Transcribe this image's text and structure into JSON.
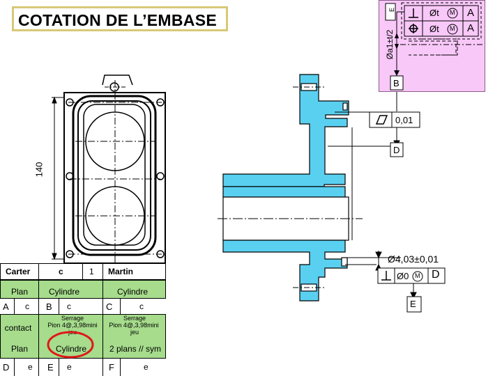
{
  "title": "COTATION DE L’EMBASE",
  "legend": {
    "datum_e": "E",
    "dim_a1": "Øa1±t/2",
    "row1": {
      "tol": "Øt",
      "mod": "M",
      "ref": "A"
    },
    "row2": {
      "tol": "Øt",
      "mod": "M",
      "ref": "A"
    },
    "datum_b": "B"
  },
  "drawing": {
    "dim_140": "140",
    "flatness_value": "0,01",
    "datum_d": "D",
    "dim_diameter": "Ø4,03±0,01",
    "perp_value": "Ø0",
    "perp_mod": "M",
    "perp_ref": "D",
    "datum_e": "E"
  },
  "table": {
    "header": {
      "name": "Carter",
      "col_c": "c",
      "num": "1",
      "author": "Martin"
    },
    "rows": [
      {
        "left_title": "Plan",
        "left_letter": "A",
        "left_code": "c",
        "mid_title": "Cylindre",
        "mid_letter": "B",
        "mid_code": "c",
        "right_title": "Cylindre",
        "right_letter": "C",
        "right_code": "c"
      },
      {
        "left_title": "contact",
        "mid_text": [
          "Serrage",
          "Pion 4@,3,98mini",
          "jeu"
        ],
        "right_text": [
          "Serrage",
          "Pion 4@,3,98mini",
          "jeu"
        ]
      },
      {
        "left_title": "Plan",
        "left_letter": "D",
        "left_code": "e",
        "mid_title": "Cylindre",
        "mid_letter": "E",
        "mid_code": "e",
        "right_title": "2 plans // sym",
        "right_letter": "F",
        "right_code": "e"
      }
    ]
  },
  "colors": {
    "part_fill": "#5ad0f0",
    "legend_bg": "#f8c8f8",
    "table_green": "#a6dc8c",
    "highlight_circle": "#e01818"
  }
}
